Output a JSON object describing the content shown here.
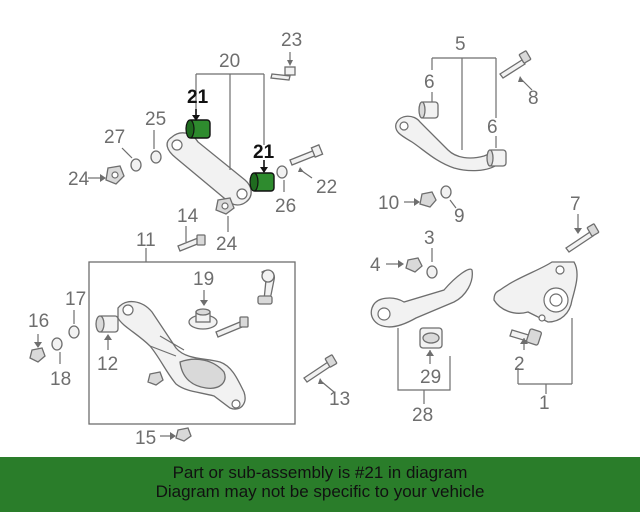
{
  "callouts": {
    "c1": "1",
    "c2": "2",
    "c3": "3",
    "c4": "4",
    "c5": "5",
    "c6a": "6",
    "c6b": "6",
    "c7": "7",
    "c8": "8",
    "c9": "9",
    "c10": "10",
    "c11": "11",
    "c12": "12",
    "c13": "13",
    "c14": "14",
    "c15": "15",
    "c16": "16",
    "c17": "17",
    "c18": "18",
    "c19": "19",
    "c20": "20",
    "c21a": "21",
    "c21b": "21",
    "c22": "22",
    "c23": "23",
    "c24a": "24",
    "c24b": "24",
    "c25": "25",
    "c26": "26",
    "c27": "27",
    "c28": "28",
    "c29": "29"
  },
  "highlight": {
    "part": "21",
    "color": "#2e8b2e"
  },
  "banner": {
    "line1": "Part or sub-assembly is #21 in diagram",
    "line2": "Diagram may not be specific to your vehicle",
    "background": "#2a7d2a"
  }
}
